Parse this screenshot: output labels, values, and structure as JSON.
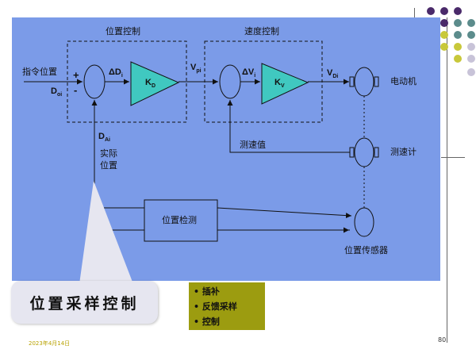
{
  "diagram": {
    "title_position": "位置控制",
    "title_speed": "速度控制",
    "input_label": "指令位置",
    "sym_Doi": {
      "main": "D",
      "sub": "oi"
    },
    "sign_plus": "+",
    "sign_minus": "-",
    "sym_dDi": {
      "main": "ΔD",
      "sub": "i"
    },
    "sym_KD": {
      "main": "K",
      "sub": "D"
    },
    "sym_Vpi": {
      "main": "V",
      "sub": "pi"
    },
    "sym_dVi": {
      "main": "ΔV",
      "sub": "i"
    },
    "sym_KV": {
      "main": "K",
      "sub": "V"
    },
    "sym_VDi": {
      "main": "V",
      "sub": "Di"
    },
    "motor_label": "电动机",
    "speed_value_label": "测速值",
    "tacho_label": "测速计",
    "sym_DAi": {
      "main": "D",
      "sub": "Ai"
    },
    "actual_position_label_1": "实际",
    "actual_position_label_2": "位置",
    "position_detect_label": "位置检测",
    "position_sensor_label": "位置传感器"
  },
  "callout": {
    "text": "位置采样控制"
  },
  "bullets": [
    "• 插补",
    "• 反馈采样",
    "• 控制"
  ],
  "footer": {
    "date": "2023年4月14日",
    "page": "80"
  },
  "colors": {
    "panel": "#7b9be8",
    "bullet_box": "#9c9c10",
    "date": "#b8a200"
  }
}
